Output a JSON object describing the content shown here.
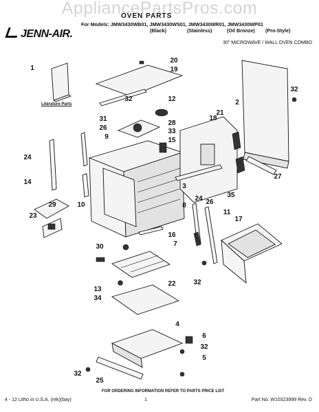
{
  "watermark": "AppliancePartsPros.com",
  "title": "OVEN PARTS",
  "models_line": "For Models: JMW3430WB01, JMW3430WS01, JMW3430WR01, JMW3430WP01",
  "finishes": [
    "(Black)",
    "(Stainless)",
    "(Oil Bronze)",
    "(Pro-Style)"
  ],
  "brand": "JENN-AIR.",
  "subtitle": "30\" MICROWAVE / WALL OVEN COMBO",
  "literature_label": "Literature Parts",
  "callouts": [
    "1",
    "20",
    "19",
    "12",
    "32",
    "2",
    "21",
    "18",
    "31",
    "26",
    "28",
    "33",
    "9",
    "15",
    "24",
    "14",
    "3",
    "29",
    "10",
    "23",
    "24",
    "26",
    "8",
    "35",
    "11",
    "17",
    "16",
    "7",
    "30",
    "27",
    "13",
    "34",
    "22",
    "32",
    "4",
    "6",
    "32",
    "5",
    "32",
    "25"
  ],
  "order_note": "FOR ORDERING INFORMATION REFER TO PARTS PRICE LIST",
  "footer_left": "4 - 12 Litho in U.S.A. (rek)(bay)",
  "footer_center": "1",
  "footer_right": "Part No. W10323999 Rev. D",
  "colors": {
    "ink": "#111111",
    "watermark": "#d4d4d4",
    "part_fill": "#f4f4f4"
  }
}
